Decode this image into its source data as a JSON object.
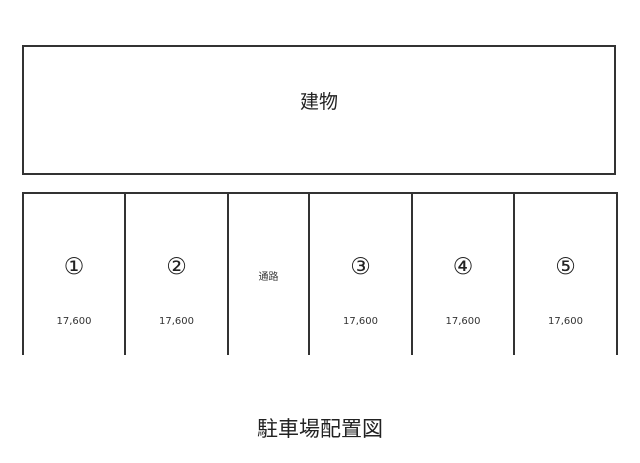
{
  "building": {
    "label": "建物"
  },
  "spaces": [
    {
      "number": "①",
      "price": "17,600"
    },
    {
      "number": "②",
      "price": "17,600"
    },
    {
      "number": "③",
      "price": "17,600"
    },
    {
      "number": "④",
      "price": "17,600"
    },
    {
      "number": "⑤",
      "price": "17,600"
    }
  ],
  "aisle": {
    "label": "通路"
  },
  "caption": "駐車場配置図",
  "colors": {
    "line": "#333333",
    "text": "#222222",
    "background": "#ffffff"
  }
}
